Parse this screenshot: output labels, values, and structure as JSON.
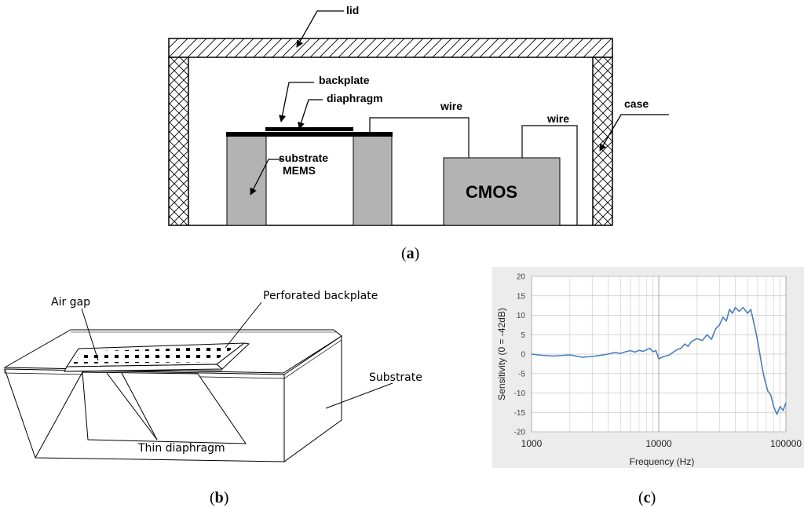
{
  "panel_a": {
    "labels": {
      "lid": "lid",
      "backplate": "backplate",
      "diaphragm": "diaphragm",
      "wire1": "wire",
      "wire2": "wire",
      "case": "case",
      "substrate": "substrate",
      "mems": "MEMS",
      "cmos": "CMOS"
    },
    "caption_letter": "a"
  },
  "panel_b": {
    "labels": {
      "air_gap": "Air gap",
      "perforated_backplate": "Perforated backplate",
      "substrate": "Substrate",
      "thin_diaphragm": "Thin diaphragm"
    },
    "caption_letter": "b"
  },
  "panel_c": {
    "caption_letter": "c",
    "chart_data": {
      "type": "line",
      "xlabel": "Frequency (Hz)",
      "ylabel": "Sensitivity (0 = -42dB)",
      "xscale": "log",
      "xlim": [
        1000,
        100000
      ],
      "ylim": [
        -20,
        20
      ],
      "x_ticks": [
        "1000",
        "10000",
        "100000"
      ],
      "y_ticks": [
        "20",
        "15",
        "10",
        "5",
        "0",
        "-5",
        "-10",
        "-15",
        "-20"
      ],
      "grid": true,
      "line_color": "#4a7ebb",
      "series": [
        {
          "x": [
            1000,
            1200,
            1500,
            2000,
            2500,
            3000,
            3500,
            4000,
            4500,
            5000,
            5500,
            6000,
            6500,
            7000,
            7500,
            8000,
            8500,
            9000,
            9500,
            10000,
            11000,
            12000,
            13000,
            14000,
            15000,
            16000,
            17000,
            18000,
            20000,
            22000,
            24000,
            26000,
            28000,
            30000,
            32000,
            34000,
            36000,
            38000,
            40000,
            43000,
            46000,
            50000,
            53000,
            56000,
            59000,
            62000,
            65000,
            68000,
            72000,
            76000,
            80000,
            85000,
            90000,
            95000,
            100000
          ],
          "y": [
            0,
            -0.3,
            -0.5,
            -0.2,
            -0.8,
            -0.6,
            -0.3,
            0,
            0.4,
            0.2,
            0.6,
            0.9,
            0.5,
            1.0,
            0.7,
            1.1,
            1.5,
            0.6,
            0.9,
            -1.2,
            -0.6,
            -0.3,
            0.5,
            1.2,
            1.5,
            2.6,
            2.0,
            3.2,
            4.0,
            3.5,
            5.0,
            3.8,
            6.5,
            7.5,
            9.5,
            8.5,
            11.5,
            10.5,
            12.0,
            11.0,
            12.0,
            10.5,
            11.5,
            8.0,
            4.5,
            0.5,
            -3.5,
            -6.5,
            -9.5,
            -10.5,
            -13.5,
            -15.5,
            -13.5,
            -14.5,
            -12.5
          ]
        }
      ]
    }
  }
}
